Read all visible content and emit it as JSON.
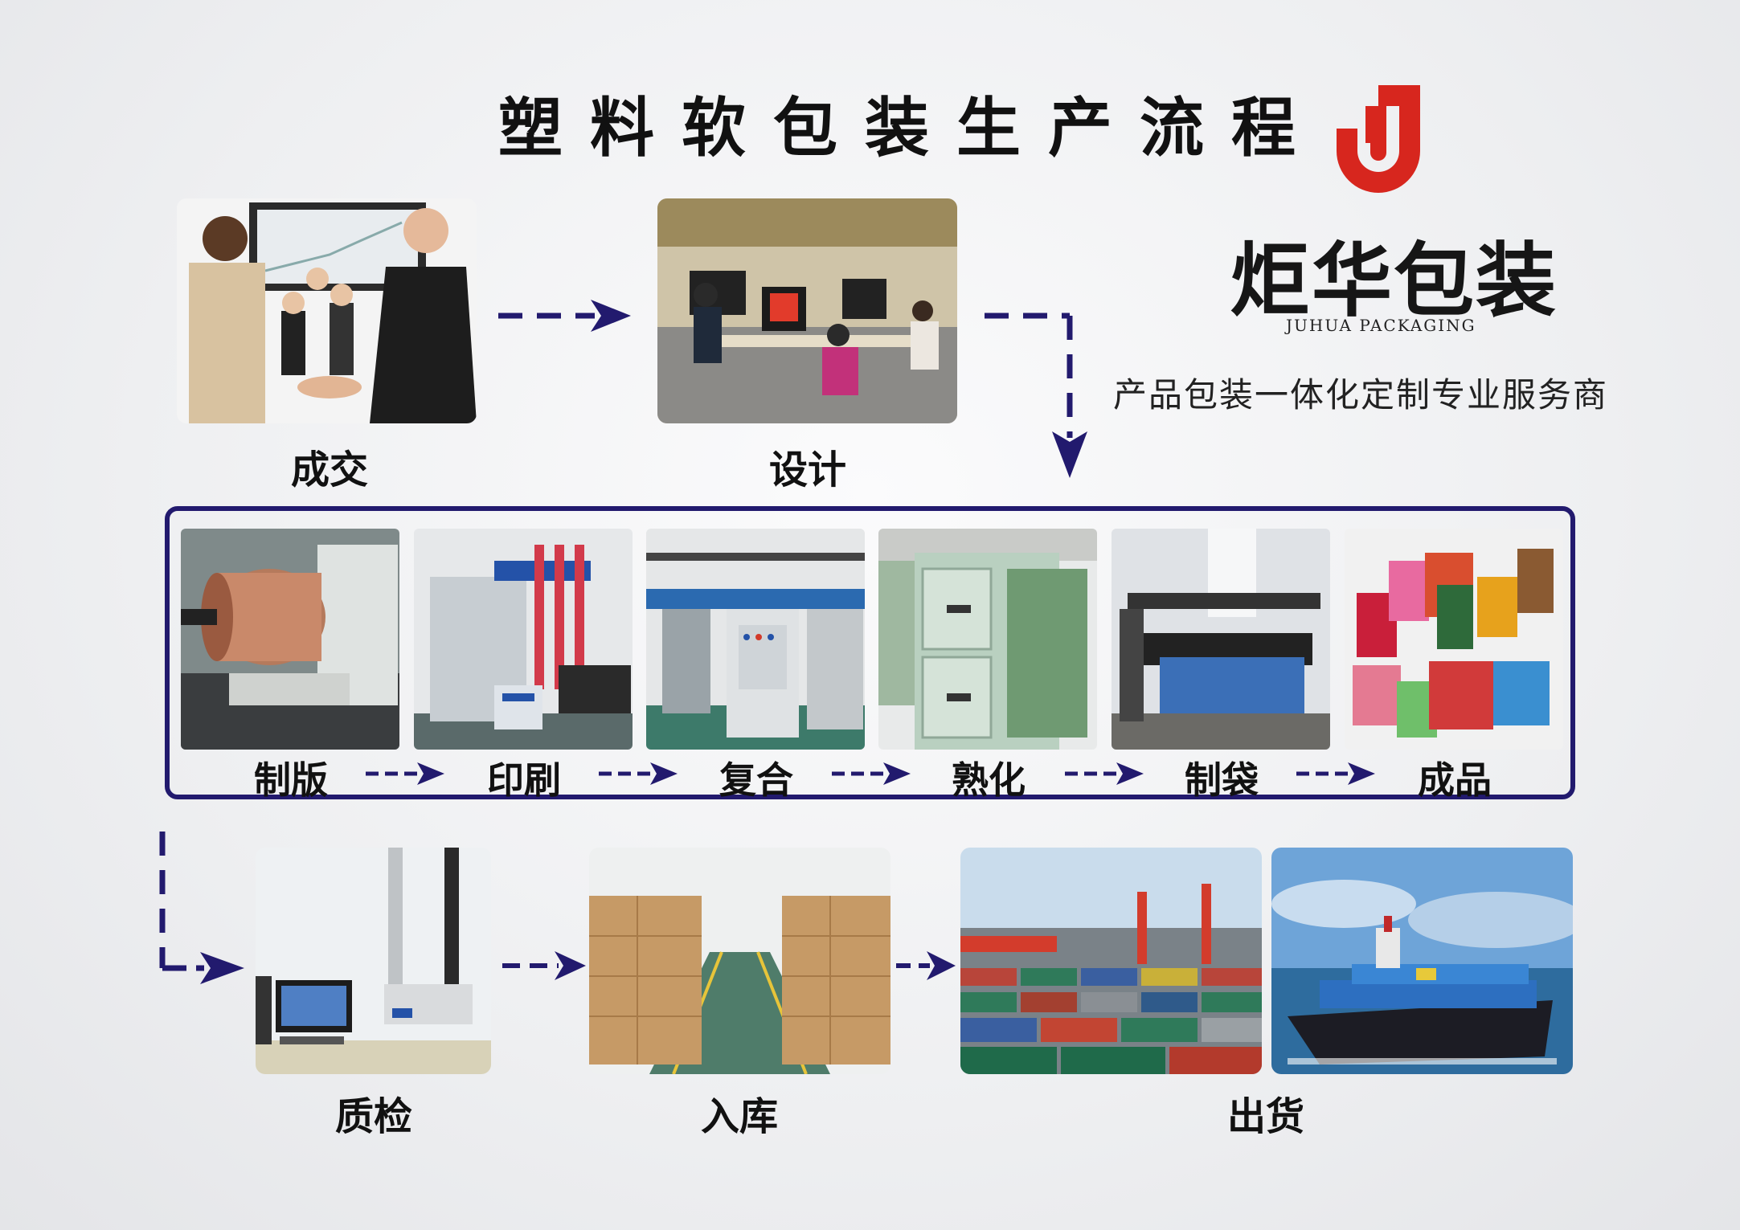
{
  "title": "塑料软包装生产流程",
  "brand": {
    "logo_letter": "J",
    "name_cn": "炬华包装",
    "name_en": "JUHUA PACKAGING",
    "slogan": "产品包装一体化定制专业服务商",
    "logo_color": "#d7261e"
  },
  "steps_top": [
    {
      "label": "成交"
    },
    {
      "label": "设计"
    }
  ],
  "steps_middle": [
    {
      "label": "制版"
    },
    {
      "label": "印刷"
    },
    {
      "label": "复合"
    },
    {
      "label": "熟化"
    },
    {
      "label": "制袋"
    },
    {
      "label": "成品"
    }
  ],
  "steps_bottom": [
    {
      "label": "质检"
    },
    {
      "label": "入库"
    },
    {
      "label": "出货"
    }
  ],
  "arrow_color": "#221a6e"
}
